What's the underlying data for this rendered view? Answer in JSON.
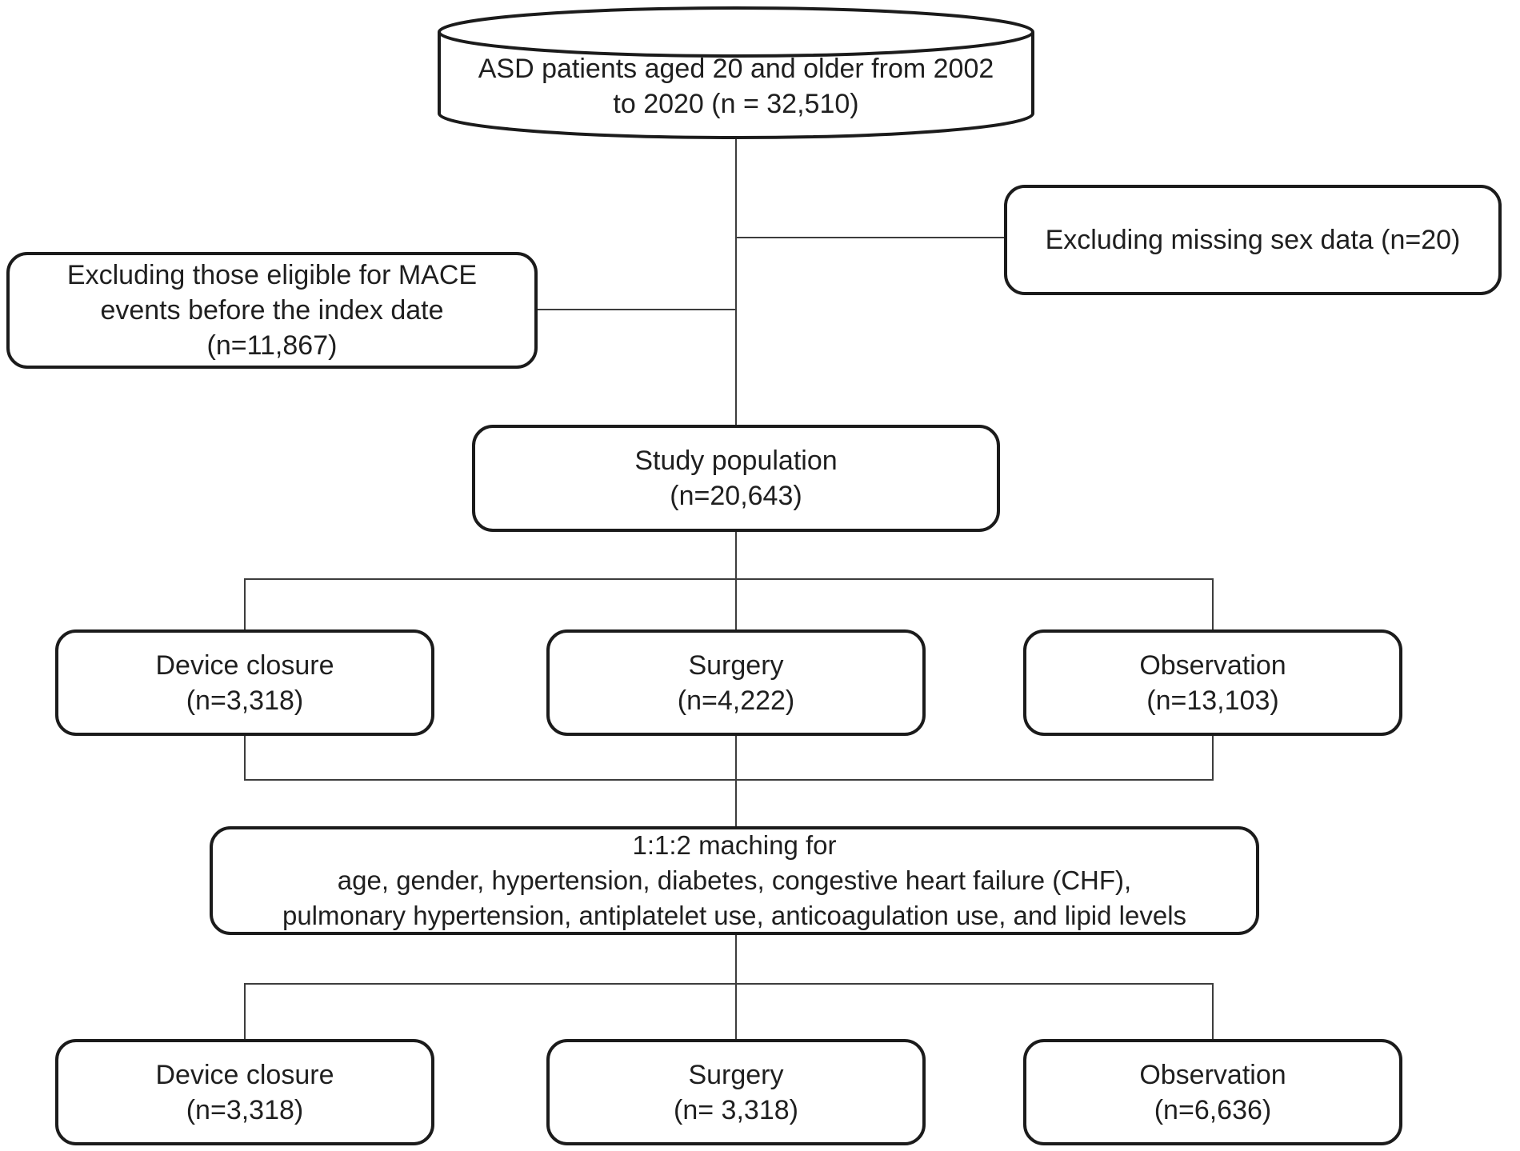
{
  "colors": {
    "background": "#ffffff",
    "node_border": "#1b1b1b",
    "connector_line": "#3d3d3d",
    "text": "#1f1f1f"
  },
  "nodes": {
    "source": {
      "shape": "cylinder",
      "text": "ASD patients aged 20 and older from 2002\nto 2020 (n = 32,510)"
    },
    "exclusion_sex": {
      "shape": "rounded-box",
      "text": "Excluding missing sex data (n=20)"
    },
    "exclusion_mace": {
      "shape": "rounded-box",
      "text": "Excluding those eligible for MACE\nevents before the index date\n(n=11,867)"
    },
    "study_population": {
      "shape": "rounded-box",
      "text": "Study population\n(n=20,643)"
    },
    "pre_match": {
      "device_closure": {
        "text": "Device closure\n(n=3,318)"
      },
      "surgery": {
        "text": "Surgery\n(n=4,222)"
      },
      "observation": {
        "text": "Observation\n(n=13,103)"
      }
    },
    "matching": {
      "shape": "rounded-box",
      "text": "1:1:2 maching for\nage, gender, hypertension, diabetes, congestive heart failure (CHF),\npulmonary hypertension, antiplatelet use, anticoagulation use, and lipid levels"
    },
    "post_match": {
      "device_closure": {
        "text": "Device closure\n(n=3,318)"
      },
      "surgery": {
        "text": "Surgery\n(n= 3,318)"
      },
      "observation": {
        "text": "Observation\n(n=6,636)"
      }
    }
  }
}
